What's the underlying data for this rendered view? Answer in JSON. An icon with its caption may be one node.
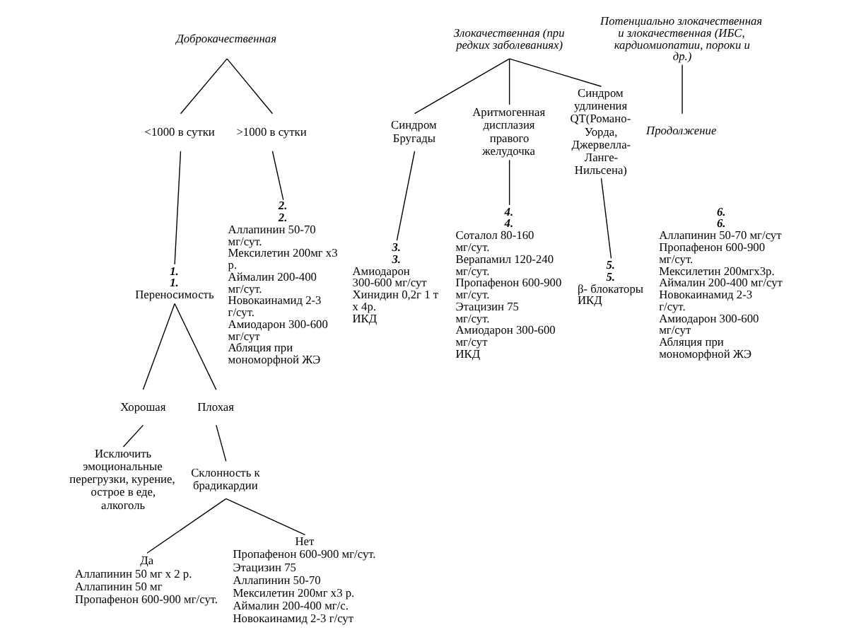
{
  "diagram": {
    "nodes": [
      {
        "text": [
          "Доброкачественная"
        ]
      },
      {
        "text": [
          "Злокачественная (при редких заболеваниях)"
        ]
      },
      {
        "text": [
          "Потенциально злокачественная и злокачественная (ИБС, кардиомиопатии, пороки и др.)"
        ]
      },
      {
        "text": [
          "<1000 в сутки"
        ]
      },
      {
        "text": [
          ">1000 в сутки"
        ]
      },
      {
        "text": [
          "Синдром Бругады"
        ]
      },
      {
        "text": [
          "Аритмогенная дисплазия правого желудочка"
        ]
      },
      {
        "text": [
          "Синдром удлинения QT(Романо-Уорда, Джервелла-Ланге-Нильсена)"
        ]
      },
      {
        "text": [
          "Продолжение"
        ]
      },
      {
        "text": [
          "1.",
          "1.",
          "Переносимость"
        ]
      },
      {
        "text": [
          "2.",
          "2.",
          "Аллапинин 50-70 мг/сут.",
          "Мексилетин 200мг х3 р.",
          "Аймалин 200-400 мг/сут.",
          "Новокаинамид 2-3 г/сут.",
          "Амиодарон 300-600 мг/сут",
          "Абляция при мономорфной ЖЭ"
        ]
      },
      {
        "text": [
          "3.",
          "3.",
          "Амиодарон 300-600 мг/сут",
          "Хинидин 0,2г 1 т х 4р.",
          "ИКД"
        ]
      },
      {
        "text": [
          "4.",
          "4.",
          "Соталол 80-160 мг/сут.",
          "Верапамил 120-240 мг/сут.",
          "Пропафенон 600-900 мг/сут.",
          "Этацизин 75 мг/сут.",
          "Амиодарон 300-600 мг/сут",
          "ИКД"
        ]
      },
      {
        "text": [
          "5.",
          "5.",
          "β- блокаторы",
          "ИКД"
        ]
      },
      {
        "text": [
          "Хорошая"
        ]
      },
      {
        "text": [
          "Плохая"
        ]
      },
      {
        "text": [
          "Исключить эмоциональные перегрузки, курение, острое в еде, алкоголь"
        ]
      },
      {
        "text": [
          "Склонность к брадикардии"
        ]
      },
      {
        "text": [
          "Да",
          "Аллапинин 50 мг х 2 р.",
          "Аллапинин 50 мг",
          "Пропафенон 600-900 мг/сут."
        ]
      },
      {
        "text": [
          "Нет",
          "Пропафенон 600-900 мг/сут.",
          "Этацизин 75",
          "Аллапинин 50-70",
          "Мексилетин 200мг х3 р.",
          "Аймалин 200-400 мг/с.",
          "Новокаинамид 2-3 г/сут"
        ]
      }
    ],
    "edges": [
      {
        "from": 0,
        "to": 3,
        "arrow": "none"
      },
      {
        "from": 0,
        "to": 4,
        "arrow": "none"
      },
      {
        "from": 1,
        "to": 5,
        "arrow": "none"
      },
      {
        "from": 1,
        "to": 6,
        "arrow": "none"
      },
      {
        "from": 1,
        "to": 7,
        "arrow": "none"
      },
      {
        "from": 2,
        "to": 8,
        "arrow": "none"
      },
      {
        "from": 3,
        "to": 9,
        "arrow": "none"
      },
      {
        "from": 4,
        "to": 10,
        "arrow": "none"
      },
      {
        "from": 5,
        "to": 11,
        "arrow": "none"
      },
      {
        "from": 6,
        "to": 12,
        "arrow": "none"
      },
      {
        "from": 7,
        "to": 13,
        "arrow": "none"
      },
      {
        "from": 9,
        "to": 14,
        "arrow": "none"
      },
      {
        "from": 9,
        "to": 15,
        "arrow": "none"
      },
      {
        "from": 14,
        "to": 16,
        "arrow": "none"
      },
      {
        "from": 15,
        "to": 17,
        "arrow": "none"
      },
      {
        "from": 17,
        "to": 18,
        "arrow": "none"
      },
      {
        "from": 17,
        "to": 19,
        "arrow": "none"
      }
    ],
    "labels": [
      "6.",
      "6.",
      "Аллапинин 50-70 мг/сут",
      "Пропафенон 600-900 мг/сут.",
      "Мексилетин 200мгх3р.",
      "Аймалин 200-400 мг/сут",
      "Новокаинамид 2-3 г/сут.",
      "Амиодарон 300-600 мг/сут",
      "Абляция при мономорфной ЖЭ"
    ]
  }
}
